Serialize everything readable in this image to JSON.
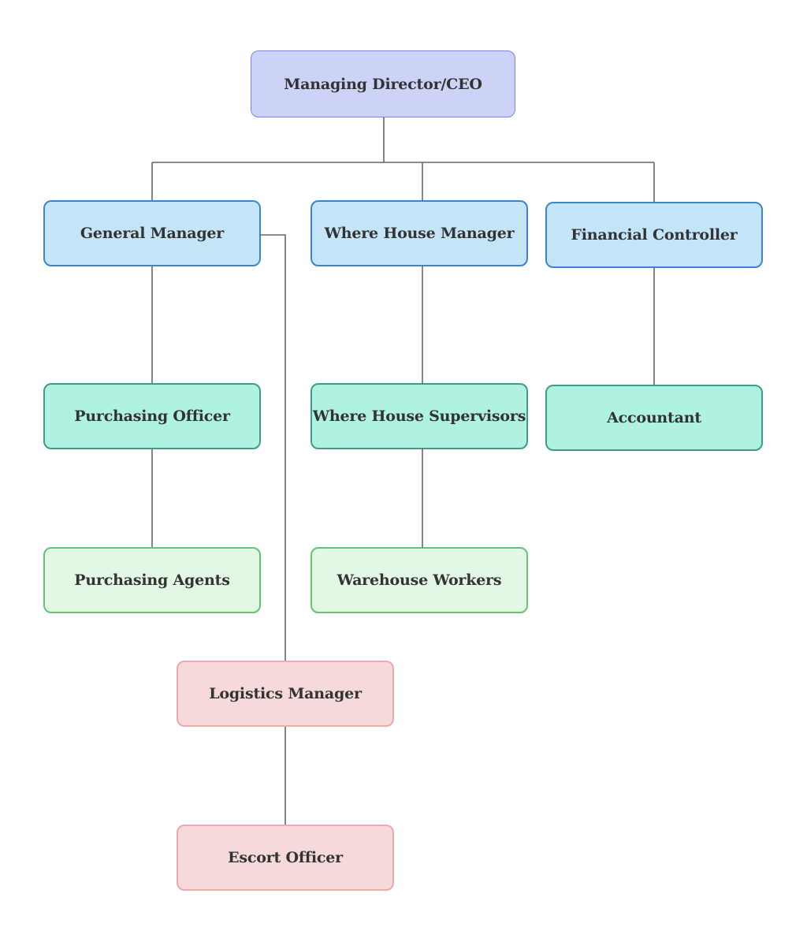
{
  "org_chart": {
    "ceo": "Managing Director/CEO",
    "general_manager": "General Manager",
    "where_house_manager": "Where House Manager",
    "financial_controller": "Financial Controller",
    "purchasing_officer": "Purchasing Officer",
    "where_house_supervisors": "Where House Supervisors",
    "accountant": "Accountant",
    "purchasing_agents": "Purchasing Agents",
    "warehouse_workers": "Warehouse Workers",
    "logistics_manager": "Logistics Manager",
    "escort_officer": "Escort Officer"
  },
  "colors": {
    "connector": "#666666",
    "ceo_fill": "#ccd3f7",
    "manager_fill": "#c4e4f8",
    "supervisor_fill": "#aff2e2",
    "staff_fill": "#e2f8e5",
    "logistics_fill": "#f6d9da"
  }
}
